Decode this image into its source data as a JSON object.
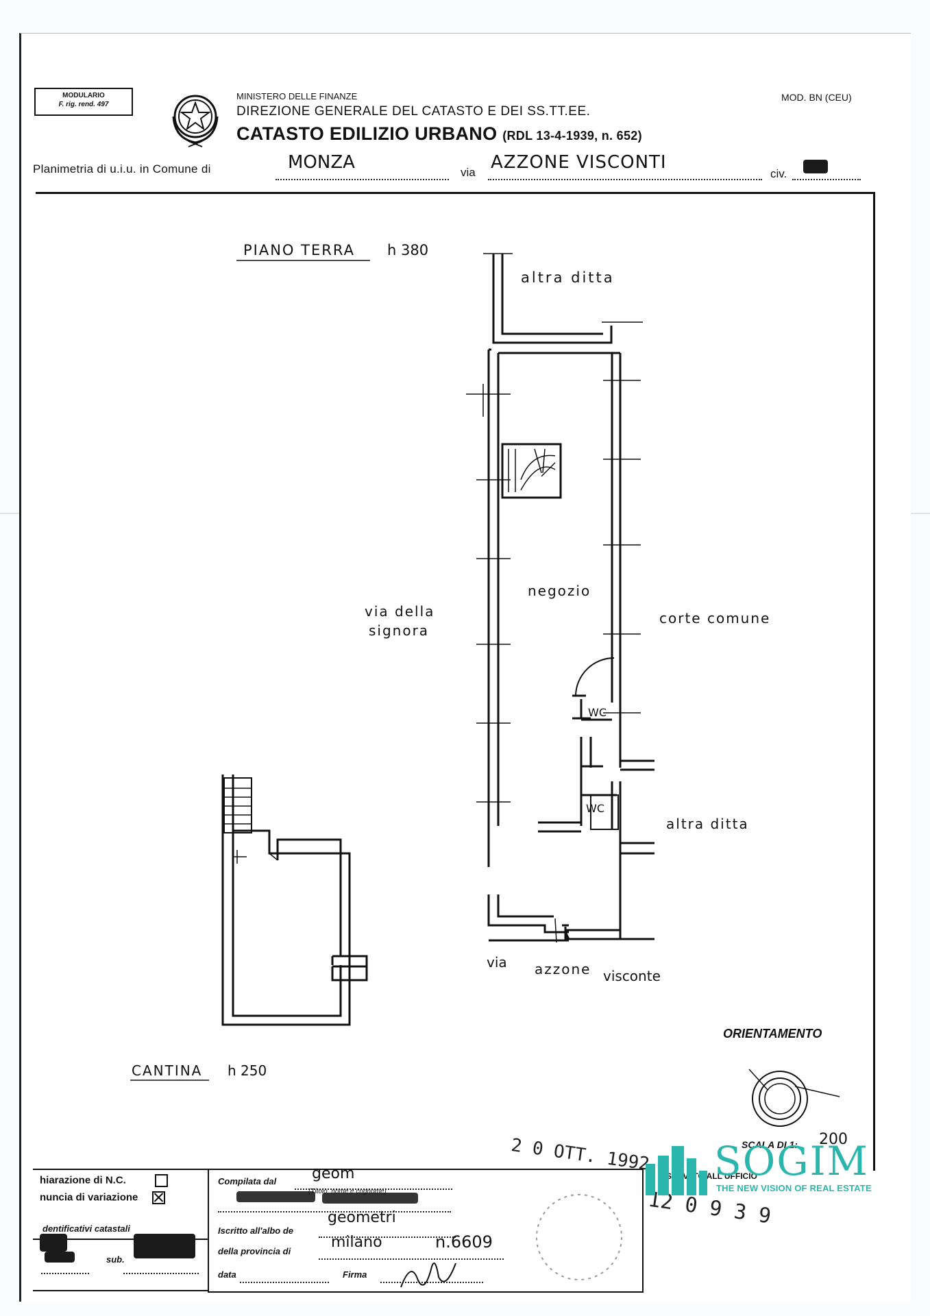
{
  "header": {
    "modulario_l1": "MODULARIO",
    "modulario_l2": "F. rig. rend. 497",
    "ministry": "MINISTERO DELLE FINANZE",
    "direzione": "DIREZIONE GENERALE DEL CATASTO E DEI SS.TT.EE.",
    "catasto": "CATASTO EDILIZIO URBANO",
    "rdl": "(RDL 13-4-1939, n. 652)",
    "mod_bn": "MOD. BN (CEU)",
    "planimetria_label": "Planimetria di u.i.u. in Comune di",
    "comune": "MONZA",
    "via_label": "via",
    "via": "AZZONE VISCONTI",
    "civ_label": "civ."
  },
  "plan": {
    "piano_terra": "PIANO TERRA",
    "piano_terra_h": "h 380",
    "altra_ditta_top": "altra ditta",
    "negozio": "negozio",
    "via_della": "via della",
    "signora": "signora",
    "corte_comune": "corte comune",
    "wc1": "WC",
    "wc2": "WC",
    "altra_ditta_right": "altra ditta",
    "via_bottom": "via",
    "azzone": "azzone",
    "visconte": "visconte",
    "cantina": "CANTINA",
    "cantina_h": "h 250",
    "orientamento": "ORIENTAMENTO",
    "scala_label": "SCALA DI 1:",
    "scala_value": "200"
  },
  "footer": {
    "dichiarazione": "hiarazione di N.C.",
    "denuncia": "nuncia di variazione",
    "identificativi": "dentificativi catastali",
    "sub_label": "sub.",
    "compilata_label": "Compilata dal",
    "compilata_value": "geom",
    "titolo_note": "(Titolo, nome e cognome)",
    "iscritto_label": "Iscritto all'albo de",
    "iscritto_value": "geometri",
    "provincia_label": "della provincia di",
    "provincia_value": "milano",
    "numero_value": "n.6609",
    "data_label": "data",
    "firma_label": "Firma",
    "riservato": "RISERVATO ALL'UFFICIO",
    "stamp_date": "2 0 OTT. 1992",
    "stamp_number": "12 0 9 3 9"
  },
  "logo": {
    "word": "SOGIM",
    "tagline": "THE NEW VISION OF REAL ESTATE",
    "color": "#2bb6ad"
  }
}
